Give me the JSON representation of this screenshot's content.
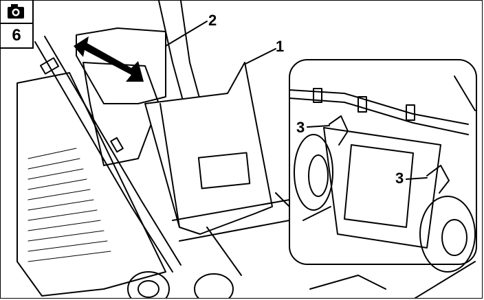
{
  "figure": {
    "number": "6",
    "badge_icon": "camera-icon",
    "callouts": [
      "1",
      "2",
      "3",
      "3"
    ],
    "arrow_icon": "double-arrow-icon"
  },
  "colors": {
    "line": "#000000",
    "background": "#ffffff",
    "shade": "#cfcfcf"
  }
}
